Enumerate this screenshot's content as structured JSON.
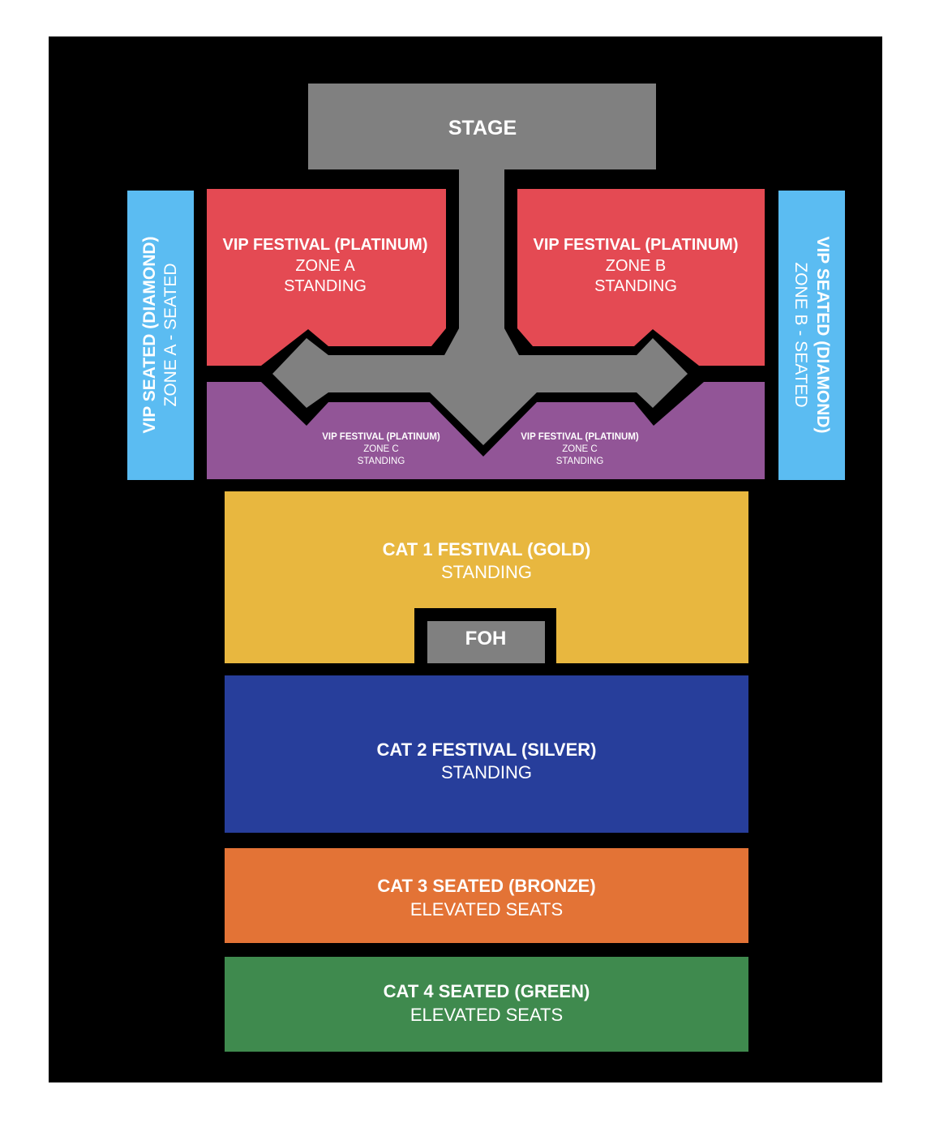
{
  "colors": {
    "background": "#000000",
    "stage": "#808080",
    "platinum_red": "#e44a53",
    "platinum_purple": "#925597",
    "diamond_blue": "#5bbcf2",
    "gold": "#e8b73f",
    "silver_blue": "#273e9b",
    "bronze_orange": "#e37336",
    "green": "#3f8a4e",
    "foh": "#808080"
  },
  "stage": {
    "label": "STAGE"
  },
  "vip_seated_a": {
    "line1": "VIP SEATED (DIAMOND)",
    "line2": "ZONE A - SEATED"
  },
  "vip_seated_b": {
    "line1": "VIP SEATED (DIAMOND)",
    "line2": "ZONE B - SEATED"
  },
  "zone_a": {
    "line1": "VIP FESTIVAL (PLATINUM)",
    "line2": "ZONE A",
    "line3": "STANDING"
  },
  "zone_b": {
    "line1": "VIP FESTIVAL (PLATINUM)",
    "line2": "ZONE B",
    "line3": "STANDING"
  },
  "zone_c_left": {
    "line1": "VIP FESTIVAL (PLATINUM)",
    "line2": "ZONE C",
    "line3": "STANDING"
  },
  "zone_c_right": {
    "line1": "VIP FESTIVAL (PLATINUM)",
    "line2": "ZONE C",
    "line3": "STANDING"
  },
  "cat1": {
    "line1": "CAT 1 FESTIVAL (GOLD)",
    "line2": "STANDING"
  },
  "foh": {
    "label": "FOH"
  },
  "cat2": {
    "line1": "CAT 2 FESTIVAL (SILVER)",
    "line2": "STANDING"
  },
  "cat3": {
    "line1": "CAT 3 SEATED (BRONZE)",
    "line2": "ELEVATED SEATS"
  },
  "cat4": {
    "line1": "CAT 4 SEATED (GREEN)",
    "line2": "ELEVATED SEATS"
  }
}
